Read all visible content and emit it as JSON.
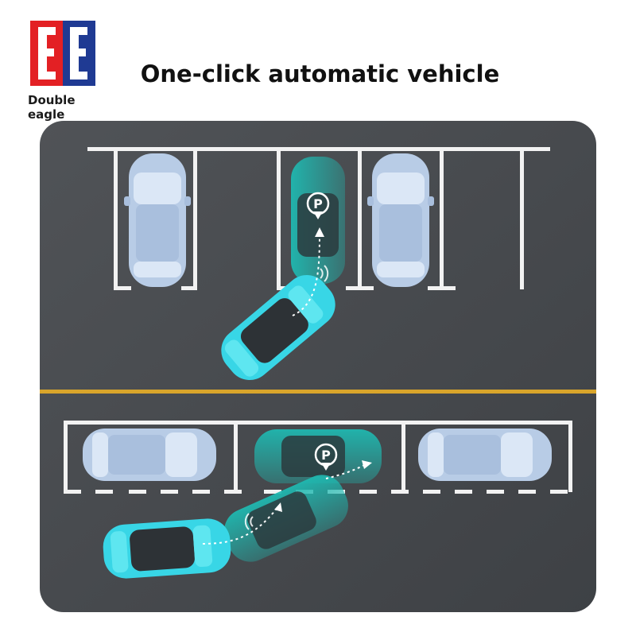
{
  "brand": {
    "logo_letters": "EE",
    "name_line1": "Double",
    "name_line2": "eagle",
    "colors": {
      "red": "#e32024",
      "blue": "#1f3a93"
    }
  },
  "headline": "One-click automatic vehicle",
  "scene": {
    "description_icons": [
      "parking-marker-icon",
      "wireless-signal-icon",
      "path-arrow-icon"
    ],
    "parking_marker_letter": "P",
    "colors": {
      "asphalt": "#46494d",
      "line_white": "#f2f2f2",
      "line_yellow": "#d9a52b",
      "parked_car": "#b9cde6",
      "active_car": "#38d6e6",
      "ghost_car": "#1ea8a5"
    }
  }
}
